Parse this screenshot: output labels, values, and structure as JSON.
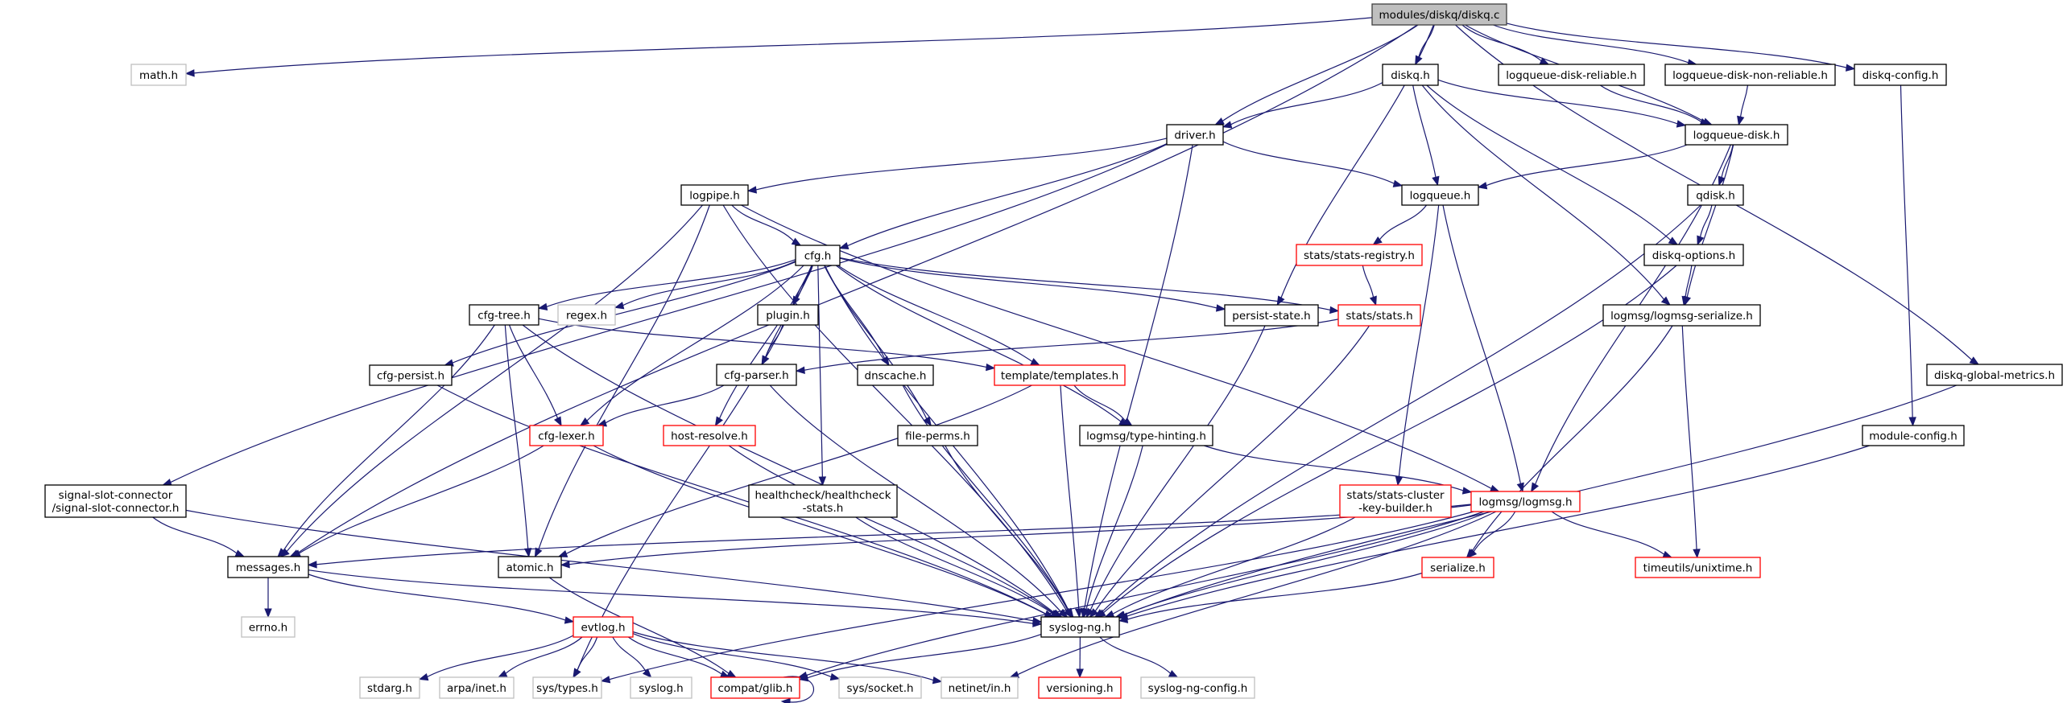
{
  "title": "modules/diskq/diskq.c include dependency graph",
  "colors": {
    "edge": "#191970",
    "root_fill": "#bfbfbf",
    "normal_border": "#000000",
    "incomplete_border": "#ff0000",
    "system_border": "#bfbfbf"
  },
  "nodes": [
    {
      "id": "diskq_c",
      "label": [
        "modules/diskq/diskq.c"
      ],
      "kind": "root"
    },
    {
      "id": "math_h",
      "label": [
        "math.h"
      ],
      "kind": "system"
    },
    {
      "id": "diskq_h",
      "label": [
        "diskq.h"
      ],
      "kind": "normal"
    },
    {
      "id": "lqd_reliable_h",
      "label": [
        "logqueue-disk-reliable.h"
      ],
      "kind": "normal"
    },
    {
      "id": "lqd_nonreliable_h",
      "label": [
        "logqueue-disk-non-reliable.h"
      ],
      "kind": "normal"
    },
    {
      "id": "diskq_config_h",
      "label": [
        "diskq-config.h"
      ],
      "kind": "normal"
    },
    {
      "id": "driver_h",
      "label": [
        "driver.h"
      ],
      "kind": "normal"
    },
    {
      "id": "logqueue_disk_h",
      "label": [
        "logqueue-disk.h"
      ],
      "kind": "normal"
    },
    {
      "id": "logpipe_h",
      "label": [
        "logpipe.h"
      ],
      "kind": "normal"
    },
    {
      "id": "logqueue_h",
      "label": [
        "logqueue.h"
      ],
      "kind": "normal"
    },
    {
      "id": "qdisk_h",
      "label": [
        "qdisk.h"
      ],
      "kind": "normal"
    },
    {
      "id": "cfg_h",
      "label": [
        "cfg.h"
      ],
      "kind": "normal"
    },
    {
      "id": "stats_registry_h",
      "label": [
        "stats/stats-registry.h"
      ],
      "kind": "incomplete"
    },
    {
      "id": "diskq_options_h",
      "label": [
        "diskq-options.h"
      ],
      "kind": "normal"
    },
    {
      "id": "cfg_tree_h",
      "label": [
        "cfg-tree.h"
      ],
      "kind": "normal"
    },
    {
      "id": "regex_h",
      "label": [
        "regex.h"
      ],
      "kind": "system"
    },
    {
      "id": "plugin_h",
      "label": [
        "plugin.h"
      ],
      "kind": "normal"
    },
    {
      "id": "persist_state_h",
      "label": [
        "persist-state.h"
      ],
      "kind": "normal"
    },
    {
      "id": "stats_h",
      "label": [
        "stats/stats.h"
      ],
      "kind": "incomplete"
    },
    {
      "id": "logmsg_serialize_h",
      "label": [
        "logmsg/logmsg-serialize.h"
      ],
      "kind": "normal"
    },
    {
      "id": "cfg_persist_h",
      "label": [
        "cfg-persist.h"
      ],
      "kind": "normal"
    },
    {
      "id": "cfg_parser_h",
      "label": [
        "cfg-parser.h"
      ],
      "kind": "normal"
    },
    {
      "id": "dnscache_h",
      "label": [
        "dnscache.h"
      ],
      "kind": "normal"
    },
    {
      "id": "templates_h",
      "label": [
        "template/templates.h"
      ],
      "kind": "incomplete"
    },
    {
      "id": "diskq_global_metrics_h",
      "label": [
        "diskq-global-metrics.h"
      ],
      "kind": "normal"
    },
    {
      "id": "cfg_lexer_h",
      "label": [
        "cfg-lexer.h"
      ],
      "kind": "incomplete"
    },
    {
      "id": "host_resolve_h",
      "label": [
        "host-resolve.h"
      ],
      "kind": "incomplete"
    },
    {
      "id": "file_perms_h",
      "label": [
        "file-perms.h"
      ],
      "kind": "normal"
    },
    {
      "id": "type_hinting_h",
      "label": [
        "logmsg/type-hinting.h"
      ],
      "kind": "normal"
    },
    {
      "id": "module_config_h",
      "label": [
        "module-config.h"
      ],
      "kind": "normal"
    },
    {
      "id": "signal_slot_h",
      "label": [
        "signal-slot-connector",
        "/signal-slot-connector.h"
      ],
      "kind": "normal"
    },
    {
      "id": "healthcheck_h",
      "label": [
        "healthcheck/healthcheck",
        "-stats.h"
      ],
      "kind": "normal"
    },
    {
      "id": "stats_ckb_h",
      "label": [
        "stats/stats-cluster",
        "-key-builder.h"
      ],
      "kind": "incomplete"
    },
    {
      "id": "logmsg_h",
      "label": [
        "logmsg/logmsg.h"
      ],
      "kind": "incomplete"
    },
    {
      "id": "messages_h",
      "label": [
        "messages.h"
      ],
      "kind": "normal"
    },
    {
      "id": "atomic_h",
      "label": [
        "atomic.h"
      ],
      "kind": "normal"
    },
    {
      "id": "serialize_h",
      "label": [
        "serialize.h"
      ],
      "kind": "incomplete"
    },
    {
      "id": "unixtime_h",
      "label": [
        "timeutils/unixtime.h"
      ],
      "kind": "incomplete"
    },
    {
      "id": "errno_h",
      "label": [
        "errno.h"
      ],
      "kind": "system"
    },
    {
      "id": "evtlog_h",
      "label": [
        "evtlog.h"
      ],
      "kind": "incomplete"
    },
    {
      "id": "syslog_ng_h",
      "label": [
        "syslog-ng.h"
      ],
      "kind": "normal"
    },
    {
      "id": "stdarg_h",
      "label": [
        "stdarg.h"
      ],
      "kind": "system"
    },
    {
      "id": "arpa_inet_h",
      "label": [
        "arpa/inet.h"
      ],
      "kind": "system"
    },
    {
      "id": "sys_types_h",
      "label": [
        "sys/types.h"
      ],
      "kind": "system"
    },
    {
      "id": "syslog_h",
      "label": [
        "syslog.h"
      ],
      "kind": "system"
    },
    {
      "id": "compat_glib_h",
      "label": [
        "compat/glib.h"
      ],
      "kind": "incomplete"
    },
    {
      "id": "sys_socket_h",
      "label": [
        "sys/socket.h"
      ],
      "kind": "system"
    },
    {
      "id": "netinet_in_h",
      "label": [
        "netinet/in.h"
      ],
      "kind": "system"
    },
    {
      "id": "versioning_h",
      "label": [
        "versioning.h"
      ],
      "kind": "incomplete"
    },
    {
      "id": "syslog_ng_config_h",
      "label": [
        "syslog-ng-config.h"
      ],
      "kind": "system"
    }
  ],
  "edges": [
    [
      "diskq_c",
      "math_h"
    ],
    [
      "diskq_c",
      "messages_h"
    ],
    [
      "diskq_c",
      "driver_h"
    ],
    [
      "diskq_c",
      "persist_state_h"
    ],
    [
      "diskq_c",
      "diskq_h"
    ],
    [
      "diskq_c",
      "logqueue_disk_h"
    ],
    [
      "diskq_c",
      "lqd_reliable_h"
    ],
    [
      "diskq_c",
      "lqd_nonreliable_h"
    ],
    [
      "diskq_c",
      "diskq_config_h"
    ],
    [
      "diskq_c",
      "diskq_global_metrics_h"
    ],
    [
      "diskq_h",
      "driver_h"
    ],
    [
      "diskq_h",
      "logqueue_h"
    ],
    [
      "diskq_h",
      "logqueue_disk_h"
    ],
    [
      "diskq_h",
      "diskq_options_h"
    ],
    [
      "diskq_h",
      "logmsg_serialize_h"
    ],
    [
      "lqd_reliable_h",
      "logqueue_disk_h"
    ],
    [
      "lqd_nonreliable_h",
      "logqueue_disk_h"
    ],
    [
      "diskq_config_h",
      "module_config_h"
    ],
    [
      "driver_h",
      "logpipe_h"
    ],
    [
      "driver_h",
      "cfg_h"
    ],
    [
      "driver_h",
      "logqueue_h"
    ],
    [
      "driver_h",
      "syslog_ng_h"
    ],
    [
      "driver_h",
      "signal_slot_h"
    ],
    [
      "logqueue_disk_h",
      "logqueue_h"
    ],
    [
      "logqueue_disk_h",
      "qdisk_h"
    ],
    [
      "logqueue_disk_h",
      "logmsg_h"
    ],
    [
      "logqueue_disk_h",
      "logmsg_serialize_h"
    ],
    [
      "logpipe_h",
      "cfg_h"
    ],
    [
      "logpipe_h",
      "messages_h"
    ],
    [
      "logpipe_h",
      "syslog_ng_h"
    ],
    [
      "logpipe_h",
      "atomic_h"
    ],
    [
      "logpipe_h",
      "logmsg_h"
    ],
    [
      "logqueue_h",
      "stats_registry_h"
    ],
    [
      "logqueue_h",
      "logmsg_h"
    ],
    [
      "logqueue_h",
      "stats_ckb_h"
    ],
    [
      "qdisk_h",
      "diskq_options_h"
    ],
    [
      "qdisk_h",
      "syslog_ng_h"
    ],
    [
      "cfg_h",
      "cfg_tree_h"
    ],
    [
      "cfg_h",
      "regex_h"
    ],
    [
      "cfg_h",
      "plugin_h"
    ],
    [
      "cfg_h",
      "persist_state_h"
    ],
    [
      "cfg_h",
      "stats_h"
    ],
    [
      "cfg_h",
      "cfg_persist_h"
    ],
    [
      "cfg_h",
      "cfg_parser_h"
    ],
    [
      "cfg_h",
      "dnscache_h"
    ],
    [
      "cfg_h",
      "templates_h"
    ],
    [
      "cfg_h",
      "cfg_lexer_h"
    ],
    [
      "cfg_h",
      "host_resolve_h"
    ],
    [
      "cfg_h",
      "file_perms_h"
    ],
    [
      "cfg_h",
      "type_hinting_h"
    ],
    [
      "cfg_h",
      "healthcheck_h"
    ],
    [
      "cfg_h",
      "syslog_ng_h"
    ],
    [
      "cfg_h",
      "sys_types_h"
    ],
    [
      "stats_registry_h",
      "stats_h"
    ],
    [
      "diskq_options_h",
      "logmsg_serialize_h"
    ],
    [
      "diskq_options_h",
      "syslog_ng_h"
    ],
    [
      "cfg_tree_h",
      "cfg_lexer_h"
    ],
    [
      "cfg_tree_h",
      "templates_h"
    ],
    [
      "cfg_tree_h",
      "messages_h"
    ],
    [
      "cfg_tree_h",
      "atomic_h"
    ],
    [
      "cfg_tree_h",
      "syslog_ng_h"
    ],
    [
      "plugin_h",
      "cfg_parser_h"
    ],
    [
      "persist_state_h",
      "syslog_ng_h"
    ],
    [
      "stats_h",
      "cfg_parser_h"
    ],
    [
      "stats_h",
      "syslog_ng_h"
    ],
    [
      "logmsg_serialize_h",
      "serialize_h"
    ],
    [
      "logmsg_serialize_h",
      "unixtime_h"
    ],
    [
      "cfg_persist_h",
      "syslog_ng_h"
    ],
    [
      "cfg_parser_h",
      "cfg_lexer_h"
    ],
    [
      "cfg_parser_h",
      "syslog_ng_h"
    ],
    [
      "dnscache_h",
      "syslog_ng_h"
    ],
    [
      "templates_h",
      "type_hinting_h"
    ],
    [
      "templates_h",
      "syslog_ng_h"
    ],
    [
      "templates_h",
      "atomic_h"
    ],
    [
      "diskq_global_metrics_h",
      "syslog_ng_h"
    ],
    [
      "cfg_lexer_h",
      "messages_h"
    ],
    [
      "cfg_lexer_h",
      "syslog_ng_h"
    ],
    [
      "host_resolve_h",
      "syslog_ng_h"
    ],
    [
      "file_perms_h",
      "syslog_ng_h"
    ],
    [
      "type_hinting_h",
      "logmsg_h"
    ],
    [
      "type_hinting_h",
      "syslog_ng_h"
    ],
    [
      "module_config_h",
      "syslog_ng_h"
    ],
    [
      "signal_slot_h",
      "messages_h"
    ],
    [
      "signal_slot_h",
      "syslog_ng_h"
    ],
    [
      "healthcheck_h",
      "syslog_ng_h"
    ],
    [
      "stats_ckb_h",
      "syslog_ng_h"
    ],
    [
      "logmsg_h",
      "messages_h"
    ],
    [
      "logmsg_h",
      "atomic_h"
    ],
    [
      "logmsg_h",
      "serialize_h"
    ],
    [
      "logmsg_h",
      "unixtime_h"
    ],
    [
      "logmsg_h",
      "syslog_ng_h"
    ],
    [
      "logmsg_h",
      "sys_types_h"
    ],
    [
      "logmsg_h",
      "netinet_in_h"
    ],
    [
      "logmsg_h",
      "compat_glib_h"
    ],
    [
      "messages_h",
      "errno_h"
    ],
    [
      "messages_h",
      "evtlog_h"
    ],
    [
      "messages_h",
      "syslog_ng_h"
    ],
    [
      "atomic_h",
      "compat_glib_h"
    ],
    [
      "serialize_h",
      "syslog_ng_h"
    ],
    [
      "evtlog_h",
      "stdarg_h"
    ],
    [
      "evtlog_h",
      "arpa_inet_h"
    ],
    [
      "evtlog_h",
      "sys_types_h"
    ],
    [
      "evtlog_h",
      "syslog_h"
    ],
    [
      "evtlog_h",
      "compat_glib_h"
    ],
    [
      "evtlog_h",
      "sys_socket_h"
    ],
    [
      "evtlog_h",
      "netinet_in_h"
    ],
    [
      "syslog_ng_h",
      "compat_glib_h"
    ],
    [
      "syslog_ng_h",
      "versioning_h"
    ],
    [
      "syslog_ng_h",
      "syslog_ng_config_h"
    ],
    [
      "compat_glib_h",
      "compat_glib_h"
    ]
  ]
}
